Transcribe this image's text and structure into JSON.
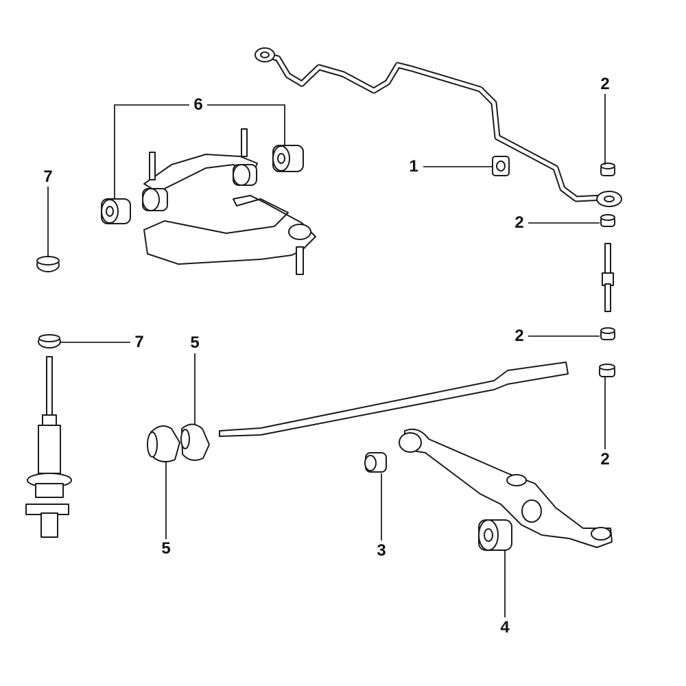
{
  "diagram": {
    "type": "exploded parts diagram - front suspension bushings",
    "callouts": {
      "c1": "1",
      "c2a": "2",
      "c2b": "2",
      "c2c": "2",
      "c2d": "2",
      "c3": "3",
      "c4": "4",
      "c5a": "5",
      "c5b": "5",
      "c6": "6",
      "c7a": "7",
      "c7b": "7"
    },
    "colors": {
      "line": "#1a1a1a",
      "background": "#ffffff"
    }
  }
}
